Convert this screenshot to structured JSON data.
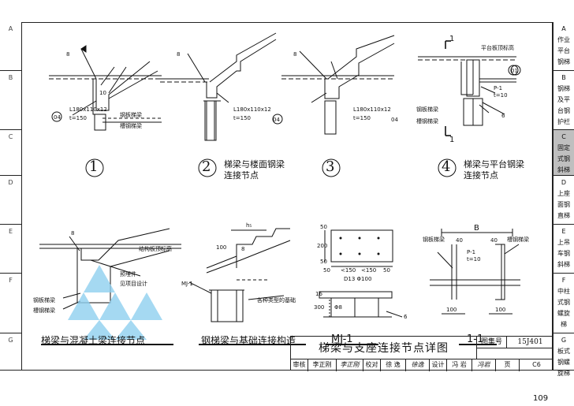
{
  "sheet": {
    "title": "梯梁与支座连接节点详图",
    "atlas_label": "图集号",
    "atlas_no": "15J401",
    "page_label": "页",
    "page_code": "C6",
    "page_number": "109",
    "sign_row": [
      "审核",
      "李正刚",
      "李正刚",
      "校对",
      "徐 逸",
      "徐逸",
      "设计",
      "冯 岩",
      "冯岩",
      "页",
      "C6"
    ]
  },
  "right_index": [
    {
      "letter": "A",
      "lines": [
        "作业",
        "平台",
        "钢梯"
      ]
    },
    {
      "letter": "B",
      "lines": [
        "钢梯",
        "及平",
        "台钢",
        "护栏"
      ]
    },
    {
      "letter": "C",
      "lines": [
        "固定",
        "式钢",
        "斜梯"
      ],
      "active": true
    },
    {
      "letter": "D",
      "lines": [
        "上座",
        "面钢",
        "直梯"
      ]
    },
    {
      "letter": "E",
      "lines": [
        "上吊",
        "车钢",
        "斜梯"
      ]
    },
    {
      "letter": "F",
      "lines": [
        "中柱",
        "式钢",
        "螺旋",
        "梯"
      ]
    },
    {
      "letter": "G",
      "lines": [
        "板式",
        "钢螺",
        "旋梯"
      ]
    }
  ],
  "left_index": [
    "A",
    "B",
    "C",
    "D",
    "E",
    "F",
    "G"
  ],
  "details": {
    "d1": {
      "num": "1",
      "angle": "10",
      "mark": "8",
      "steel": "L180x110x12",
      "t": "t=150",
      "ref": "04",
      "beam1": "钢板梯梁",
      "beam2": "槽钢梯梁"
    },
    "d2": {
      "num": "2",
      "caption1": "梯梁与楼面钢梁",
      "caption2": "连接节点",
      "mark": "8",
      "steel": "L180x110x12",
      "t": "t=150",
      "ref": "04"
    },
    "d3": {
      "num": "3",
      "mark": "8",
      "steel": "L180x110x12",
      "t": "t=150",
      "ref": "04"
    },
    "d4": {
      "num": "4",
      "caption1": "梯梁与平台钢梁",
      "caption2": "连接节点",
      "section": "1",
      "top_label": "平台板顶标高",
      "ref": "01",
      "plate": "P-1",
      "plate_t": "t=10",
      "beam1": "钢板梯梁",
      "beam2": "槽钢梯梁",
      "weld": "6"
    },
    "d5": {
      "caption": "梯梁与混凝土梁连接节点",
      "mark": "8",
      "top_label": "结构板顶标高",
      "beam1": "钢板梯梁",
      "beam2": "槽钢梯梁",
      "embed1": "预埋件",
      "embed2": "见项目设计"
    },
    "d6": {
      "caption": "钢梯梁与基础连接构造",
      "hs": "h₅",
      "dim": "100",
      "mark": "8",
      "mj": "MJ-1",
      "base_note": "各种类型的基础"
    },
    "d7": {
      "caption": "MJ-1",
      "dims_top": [
        "50",
        "200",
        "50"
      ],
      "dims_bottom": [
        "50",
        "<150",
        "<150",
        "50"
      ],
      "width_note": "D13 Φ100",
      "t16": "16",
      "h300": "300",
      "bar": "Φ8",
      "weld": "6"
    },
    "d8": {
      "caption": "1-1",
      "B": "B",
      "d40a": "40",
      "d40b": "40",
      "beam1": "钢板梯梁",
      "beam2": "槽钢梯梁",
      "plate": "P-1",
      "plate_t": "t=10",
      "d100a": "100",
      "d100b": "100"
    }
  }
}
